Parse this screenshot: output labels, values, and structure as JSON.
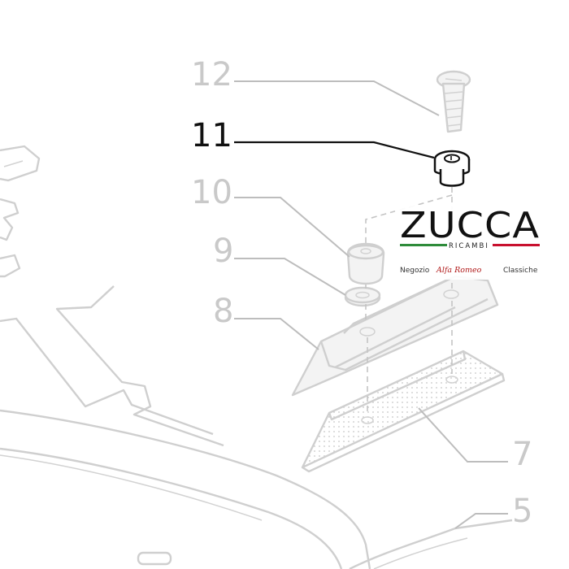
{
  "diagram": {
    "callouts": [
      {
        "id": "12",
        "label": "12",
        "highlighted": false
      },
      {
        "id": "11",
        "label": "11",
        "highlighted": true
      },
      {
        "id": "10",
        "label": "10",
        "highlighted": false
      },
      {
        "id": "9",
        "label": "9",
        "highlighted": false
      },
      {
        "id": "8",
        "label": "8",
        "highlighted": false
      },
      {
        "id": "7",
        "label": "7",
        "highlighted": false
      },
      {
        "id": "5",
        "label": "5",
        "highlighted": false
      }
    ],
    "colors": {
      "highlight": "#111111",
      "muted": "#c9c9c9",
      "flag_green": "#2e8b3a",
      "flag_red": "#c8102e"
    }
  },
  "logo": {
    "wordmark": "ZUCCA",
    "subtitle": "RICAMBI",
    "tagline_prefix": "Negozio",
    "brand": "Alfa Romeo",
    "tagline_suffix": "Classiche"
  }
}
